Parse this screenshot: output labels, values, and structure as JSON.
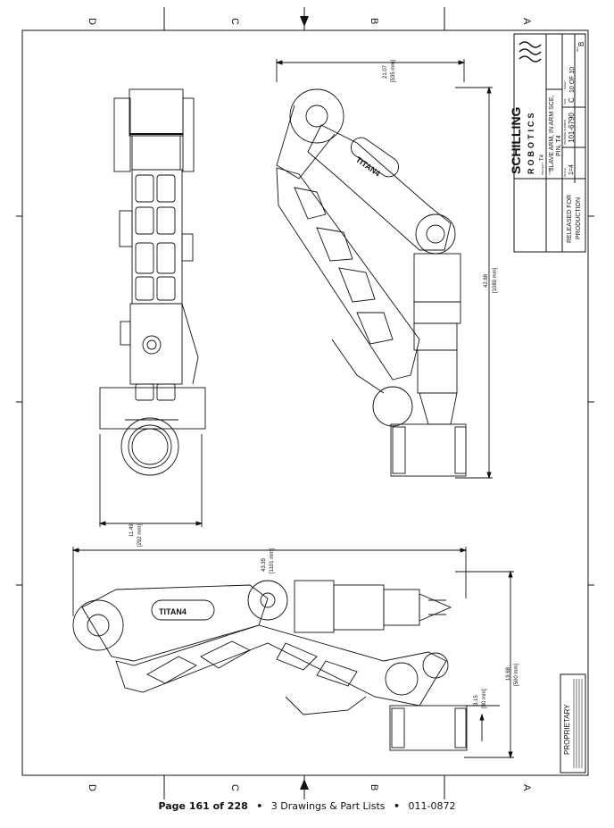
{
  "zones": {
    "top": [
      "D",
      "C",
      "B",
      "A"
    ],
    "bottom": [
      "D",
      "C",
      "B",
      "A"
    ]
  },
  "title_block": {
    "logo_line1": "SCHILLING",
    "logo_line2": "ROBOTICS",
    "project_label": "PROJECT",
    "project_value": "T4",
    "title_label": "TITLE",
    "title_line1": "SLAVE ARM, IN ARM SCE,",
    "title_line2": "PIN, T4",
    "scale_label": "SCALE",
    "scale_value": "1=4",
    "drawing_number_label": "DRAWING NUMBER",
    "drawing_number": "101-6790",
    "size_label": "SIZE",
    "size_value": "C",
    "sheet_label": "SHEET",
    "sheet_value": "10 OF 10",
    "rev_label": "REV",
    "rev_value": "B",
    "released_line1": "RELEASED FOR",
    "released_line2": "PRODUCTION",
    "proprietary": "PROPRIETARY"
  },
  "dimensions": {
    "top_view_width": "21.07",
    "top_view_width_mm": "[535 mm]",
    "top_view_height": "42.88",
    "top_view_height_mm": "[1089 mm]",
    "side_view_width": "11.49",
    "side_view_width_mm": "[292 mm]",
    "bottom_length": "43.35",
    "bottom_length_mm": "[1101 mm]",
    "bottom_height": "19.68",
    "bottom_height_mm": "[500 mm]",
    "bottom_small": "3.15",
    "bottom_small_mm": "[80 mm]"
  },
  "arm_label": "TITAN4",
  "footer": {
    "page_text": "Page 161 of 228",
    "section": "3 Drawings & Part Lists",
    "doc_number": "011-0872"
  }
}
